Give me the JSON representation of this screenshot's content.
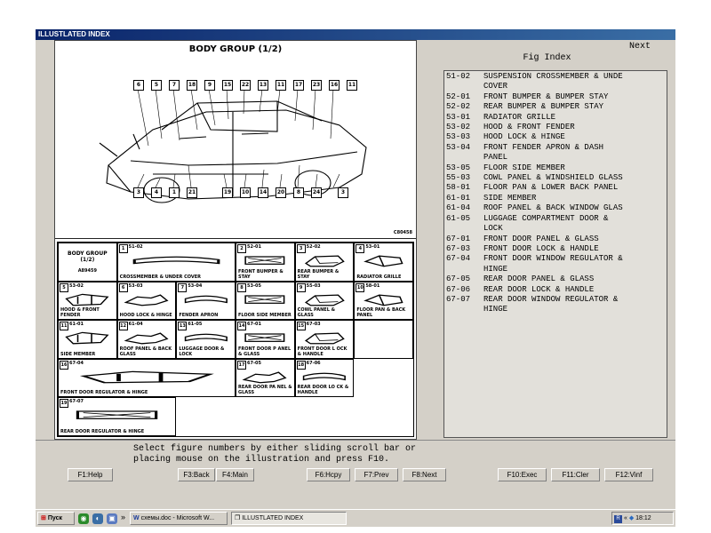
{
  "window": {
    "title": "ILLUSTLATED INDEX"
  },
  "illustration": {
    "title": "BODY GROUP (1/2)",
    "code": "C80458",
    "callouts_top": [
      "6",
      "5",
      "7",
      "18",
      "9",
      "15",
      "22",
      "13",
      "11",
      "17",
      "23",
      "16",
      "11"
    ],
    "callouts_bottom": [
      "3",
      "4",
      "1",
      "21",
      "19",
      "10",
      "14",
      "20",
      "8",
      "24",
      "3"
    ]
  },
  "thumbs": [
    {
      "type": "group",
      "lines": [
        "BODY GROUP",
        "(1/2)"
      ],
      "code": "A89459"
    },
    {
      "num": "1",
      "code": "51-02",
      "label": "CROSSMEMBER & UNDER COVER",
      "span": 2
    },
    {
      "num": "2",
      "code": "52-01",
      "label": "FRONT BUMPER & STAY"
    },
    {
      "num": "3",
      "code": "52-02",
      "label": "REAR BUMPER & STAY"
    },
    {
      "num": "4",
      "code": "53-01",
      "label": "RADIATOR GRILLE"
    },
    {
      "num": "5",
      "code": "53-02",
      "label": "HOOD & FRONT FENDER"
    },
    {
      "num": "6",
      "code": "53-03",
      "label": "HOOD LOCK & HINGE"
    },
    {
      "num": "7",
      "code": "53-04",
      "label": "FENDER APRON"
    },
    {
      "num": "8",
      "code": "53-05",
      "label": "FLOOR SIDE MEMBER"
    },
    {
      "num": "9",
      "code": "55-03",
      "label": "COWL PANEL & GLASS"
    },
    {
      "num": "10",
      "code": "58-01",
      "label": "FLOOR PAN & BACK PANEL"
    },
    {
      "num": "11",
      "code": "61-01",
      "label": "SIDE MEMBER"
    },
    {
      "num": "12",
      "code": "61-04",
      "label": "ROOF PANEL & BACK GLASS"
    },
    {
      "num": "13",
      "code": "61-05",
      "label": "LUGGAGE DOOR & LOCK"
    },
    {
      "num": "14",
      "code": "67-01",
      "label": "FRONT DOOR P ANEL & GLASS"
    },
    {
      "num": "15",
      "code": "67-03",
      "label": "FRONT DOOR L OCK & HANDLE"
    },
    {
      "type": "blank"
    },
    {
      "num": "16",
      "code": "67-04",
      "label": "FRONT DOOR REGULATOR & HINGE",
      "span": 3
    },
    {
      "num": "17",
      "code": "67-05",
      "label": "REAR DOOR PA NEL & GLASS"
    },
    {
      "num": "18",
      "code": "67-06",
      "label": "REAR DOOR LO CK & HANDLE"
    },
    {
      "num": "19",
      "code": "67-07",
      "label": "REAR DOOR REGULATOR & HINGE",
      "span": 2
    }
  ],
  "fig_index": {
    "title_next": "Next",
    "title": "Fig Index",
    "items": [
      {
        "code": "51-02",
        "desc": "SUSPENSION CROSSMEMBER & UNDE",
        "cont": "COVER"
      },
      {
        "code": "52-01",
        "desc": "FRONT BUMPER & BUMPER STAY"
      },
      {
        "code": "52-02",
        "desc": "REAR BUMPER & BUMPER STAY"
      },
      {
        "code": "53-01",
        "desc": "RADIATOR GRILLE"
      },
      {
        "code": "53-02",
        "desc": "HOOD & FRONT FENDER"
      },
      {
        "code": "53-03",
        "desc": "HOOD LOCK & HINGE"
      },
      {
        "code": "53-04",
        "desc": "FRONT FENDER APRON & DASH",
        "cont": "PANEL"
      },
      {
        "code": "53-05",
        "desc": "FLOOR SIDE MEMBER"
      },
      {
        "code": "55-03",
        "desc": "COWL PANEL & WINDSHIELD GLASS"
      },
      {
        "code": "58-01",
        "desc": "FLOOR PAN & LOWER BACK PANEL"
      },
      {
        "code": "61-01",
        "desc": "SIDE MEMBER"
      },
      {
        "code": "61-04",
        "desc": "ROOF PANEL & BACK WINDOW GLAS"
      },
      {
        "code": "61-05",
        "desc": "LUGGAGE COMPARTMENT DOOR &",
        "cont": "LOCK"
      },
      {
        "code": "67-01",
        "desc": "FRONT DOOR PANEL & GLASS"
      },
      {
        "code": "67-03",
        "desc": "FRONT DOOR LOCK & HANDLE"
      },
      {
        "code": "67-04",
        "desc": "FRONT DOOR WINDOW REGULATOR &",
        "cont": "HINGE"
      },
      {
        "code": "67-05",
        "desc": "REAR DOOR PANEL & GLASS"
      },
      {
        "code": "67-06",
        "desc": "REAR DOOR LOCK & HANDLE"
      },
      {
        "code": "67-07",
        "desc": "REAR DOOR WINDOW REGULATOR &",
        "cont": "HINGE"
      }
    ]
  },
  "help": {
    "line1": "Select figure numbers by either sliding scroll bar or",
    "line2": "placing mouse on the illustration and press F10."
  },
  "fkeys": {
    "f1": "F1:Help",
    "f3": "F3:Back",
    "f4": "F4:Main",
    "f6": "F6:Hcpy",
    "f7": "F7:Prev",
    "f8": "F8:Next",
    "f10": "F10:Exec",
    "f11": "F11:Cler",
    "f12": "F12:Vinf"
  },
  "taskbar": {
    "start": "Пуск",
    "chevron": "»",
    "task1": "схемы.doc - Microsoft W...",
    "task2": "ILLUSTLATED INDEX",
    "tray_chevron": "«",
    "clock": "18:12"
  },
  "colors": {
    "title_bar": "#0a246a",
    "window_bg": "#d4d0c8",
    "list_bg": "#e2e0da"
  }
}
